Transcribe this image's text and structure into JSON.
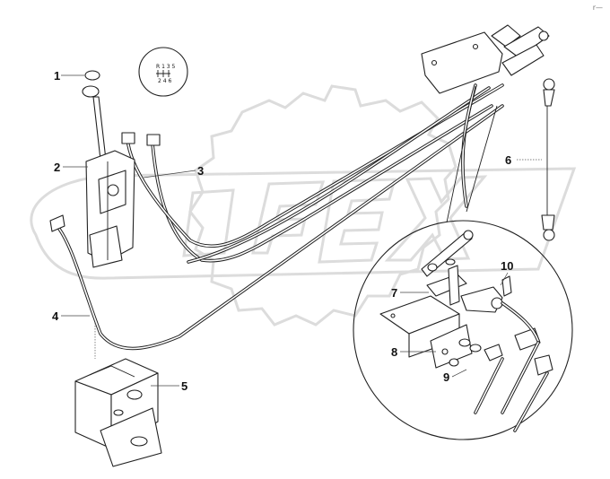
{
  "drawing": {
    "corner_mark": "r—",
    "knob_pattern": {
      "top_row": "R 1 3 5",
      "bottom_row": "2 4 6"
    },
    "callouts": [
      {
        "id": "1",
        "label": "1"
      },
      {
        "id": "2",
        "label": "2"
      },
      {
        "id": "3",
        "label": "3"
      },
      {
        "id": "4",
        "label": "4"
      },
      {
        "id": "5",
        "label": "5"
      },
      {
        "id": "6",
        "label": "6"
      },
      {
        "id": "7",
        "label": "7"
      },
      {
        "id": "8",
        "label": "8"
      },
      {
        "id": "9",
        "label": "9"
      },
      {
        "id": "10",
        "label": "10"
      }
    ]
  }
}
